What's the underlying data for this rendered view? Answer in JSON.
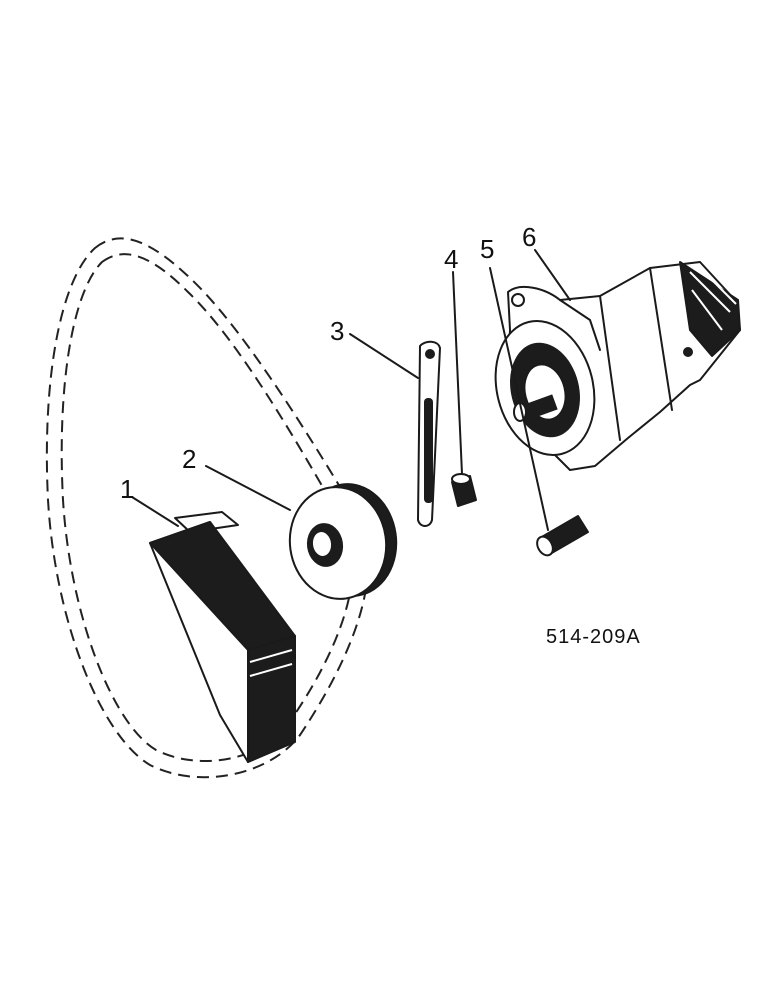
{
  "diagram": {
    "reference": "514-209A",
    "callouts": [
      {
        "label": "1",
        "part": "belt-guard"
      },
      {
        "label": "2",
        "part": "pulley"
      },
      {
        "label": "3",
        "part": "adjusting-strap"
      },
      {
        "label": "4",
        "part": "spacer"
      },
      {
        "label": "5",
        "part": "bushing"
      },
      {
        "label": "6",
        "part": "alternator"
      }
    ]
  }
}
